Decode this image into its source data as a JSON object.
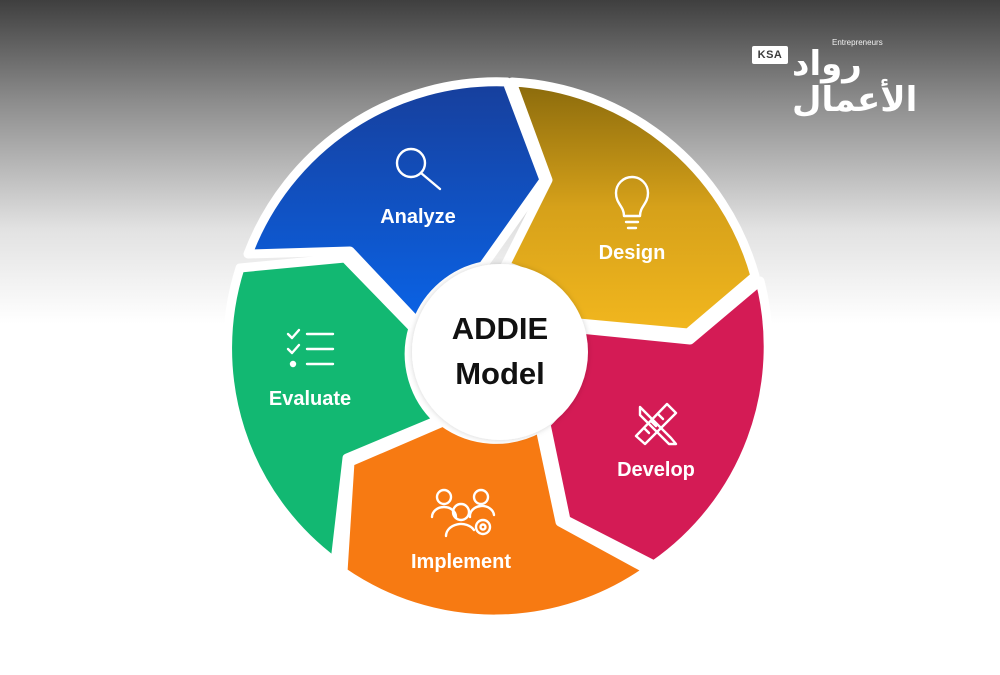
{
  "logo": {
    "badge": "KSA",
    "subtitle": "Entrepreneurs",
    "script": "رواد الأعمال"
  },
  "diagram": {
    "center": {
      "line1": "ADDIE",
      "line2": "Model"
    },
    "segments": [
      {
        "label": "Analyze",
        "icon": "magnifier-icon",
        "color": "#0b56cf"
      },
      {
        "label": "Design",
        "icon": "lightbulb-icon",
        "color": "#efb31a"
      },
      {
        "label": "Develop",
        "icon": "pencil-ruler-icon",
        "color": "#d41b55"
      },
      {
        "label": "Implement",
        "icon": "team-gear-icon",
        "color": "#f77a12"
      },
      {
        "label": "Evaluate",
        "icon": "checklist-icon",
        "color": "#12b872"
      }
    ]
  }
}
